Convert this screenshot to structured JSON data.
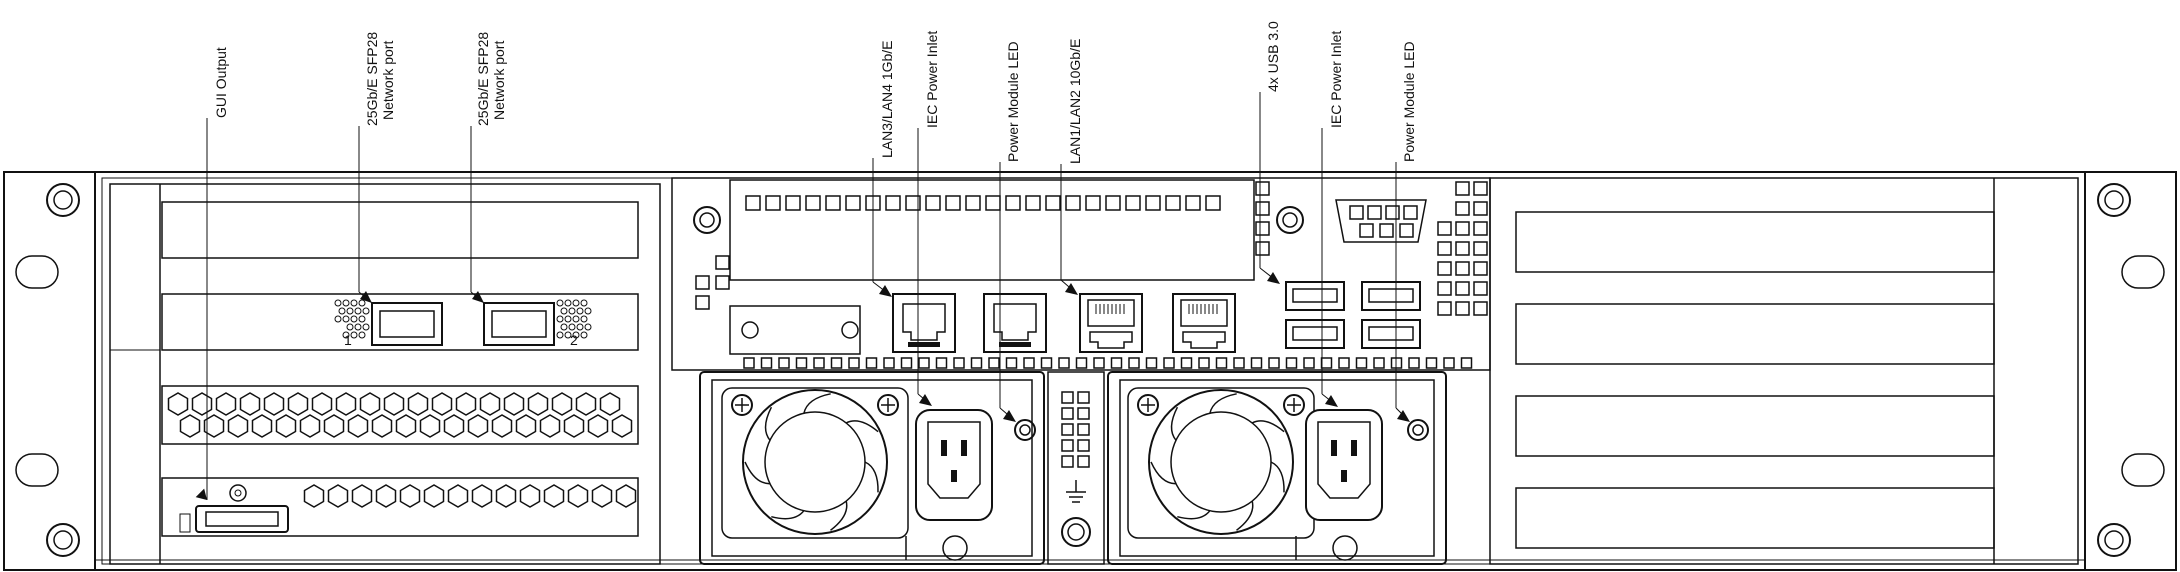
{
  "diagram": {
    "callouts": [
      {
        "id": "gui-output",
        "label": "GUI Output"
      },
      {
        "id": "sfp28-port-1",
        "label": "25Gb/E SFP28",
        "label2": "Network port"
      },
      {
        "id": "sfp28-port-2",
        "label": "25Gb/E SFP28",
        "label2": "Network port"
      },
      {
        "id": "lan3-lan4",
        "label": "LAN3/LAN4 1Gb/E"
      },
      {
        "id": "iec-power-inlet-1",
        "label": "IEC Power Inlet"
      },
      {
        "id": "power-module-led-1",
        "label": "Power Module LED"
      },
      {
        "id": "lan1-lan2",
        "label": "LAN1/LAN2 10Gb/E"
      },
      {
        "id": "usb-3",
        "label": "4x USB 3.0"
      },
      {
        "id": "iec-power-inlet-2",
        "label": "IEC Power Inlet"
      },
      {
        "id": "power-module-led-2",
        "label": "Power Module LED"
      }
    ],
    "port_numbers": [
      "1",
      "2"
    ]
  }
}
